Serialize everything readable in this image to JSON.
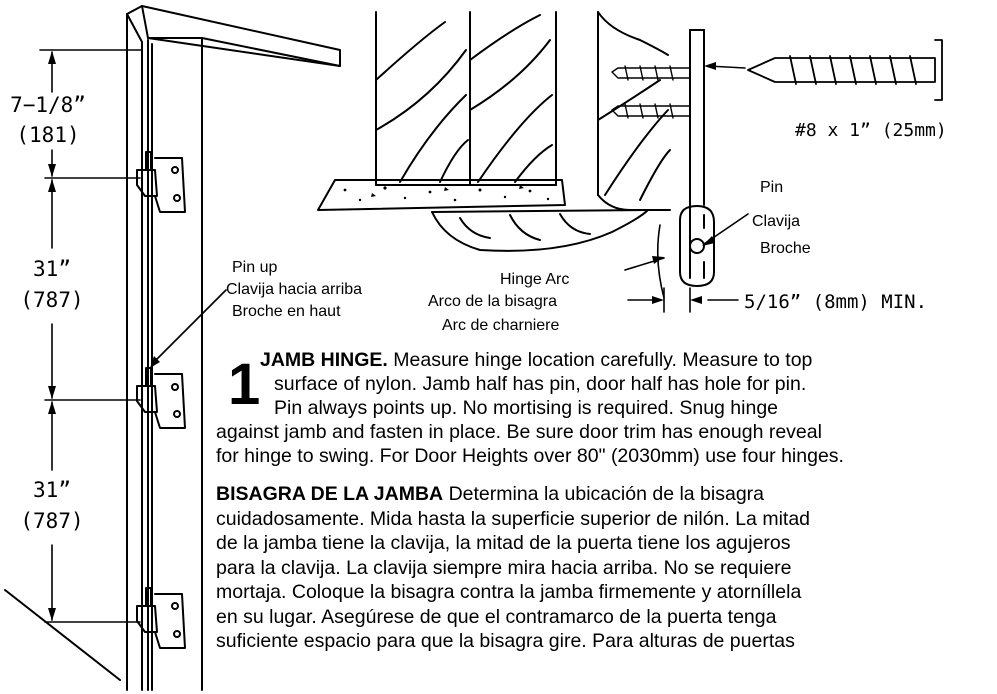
{
  "dimensions": {
    "top": "7−1/8”",
    "top_mm": "(181)",
    "middle": "31”",
    "middle_mm": "(787)",
    "bottom": "31”",
    "bottom_mm": "(787)"
  },
  "pin_up_callout": [
    "Pin up",
    "Clavija hacia arriba",
    "Broche en haut"
  ],
  "screw_label": "#8 x 1” (25mm)",
  "pin_callout": [
    "Pin",
    "Clavija",
    "Broche"
  ],
  "hinge_arc_callout": [
    "Hinge Arc",
    "Arco de la bisagra",
    "Arc de charniere"
  ],
  "clearance_label": "5/16” (8mm) MIN.",
  "step": {
    "number": "1",
    "english_lines": [
      {
        "bold": "JAMB HINGE.",
        "text": " Measure hinge location carefully.  Measure to top"
      },
      {
        "bold": "",
        "text": "surface of nylon.  Jamb half has pin, door half has hole for pin."
      },
      {
        "bold": "",
        "text": "Pin always points up.  No mortising is required.  Snug hinge"
      },
      {
        "bold": "",
        "text": "against jamb and fasten in place.  Be sure door trim has enough reveal"
      },
      {
        "bold": "",
        "text": "for hinge to swing.  For Door Heights over 80\" (2030mm) use four hinges."
      }
    ],
    "spanish_lines": [
      {
        "bold": "BISAGRA DE LA JAMBA",
        "text": "   Determina la ubicación de la bisagra"
      },
      {
        "bold": "",
        "text": "cuidadosamente. Mida hasta la superficie superior de nilón.  La mitad"
      },
      {
        "bold": "",
        "text": "de la jamba tiene la clavija, la mitad de la puerta tiene los agujeros"
      },
      {
        "bold": "",
        "text": "para la clavija.  La clavija siempre mira hacia arriba.  No se requiere"
      },
      {
        "bold": "",
        "text": "mortaja.  Coloque la bisagra contra la jamba firmemente y atorníllela"
      },
      {
        "bold": "",
        "text": "en su lugar.  Asegúrese de que el contramarco de la puerta tenga"
      },
      {
        "bold": "",
        "text": "suficiente espacio para que la bisagra gire.  Para alturas de puertas"
      }
    ]
  }
}
